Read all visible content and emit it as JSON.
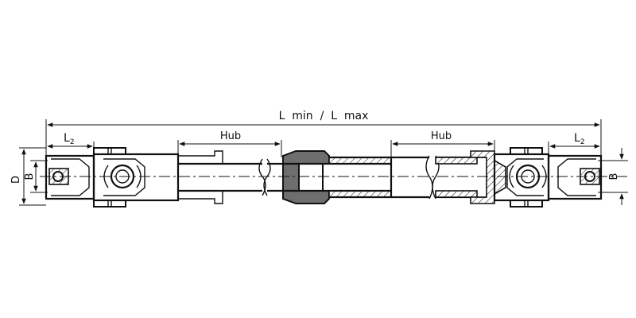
{
  "labels": {
    "overall_length": "L  min  /  L  max",
    "hub_left": "Hub",
    "hub_right": "Hub",
    "l2_left_main": "L",
    "l2_left_sub": "2",
    "l2_right_main": "L",
    "l2_right_sub": "2",
    "d_left": "D",
    "b_left": "B",
    "b_right": "B"
  }
}
